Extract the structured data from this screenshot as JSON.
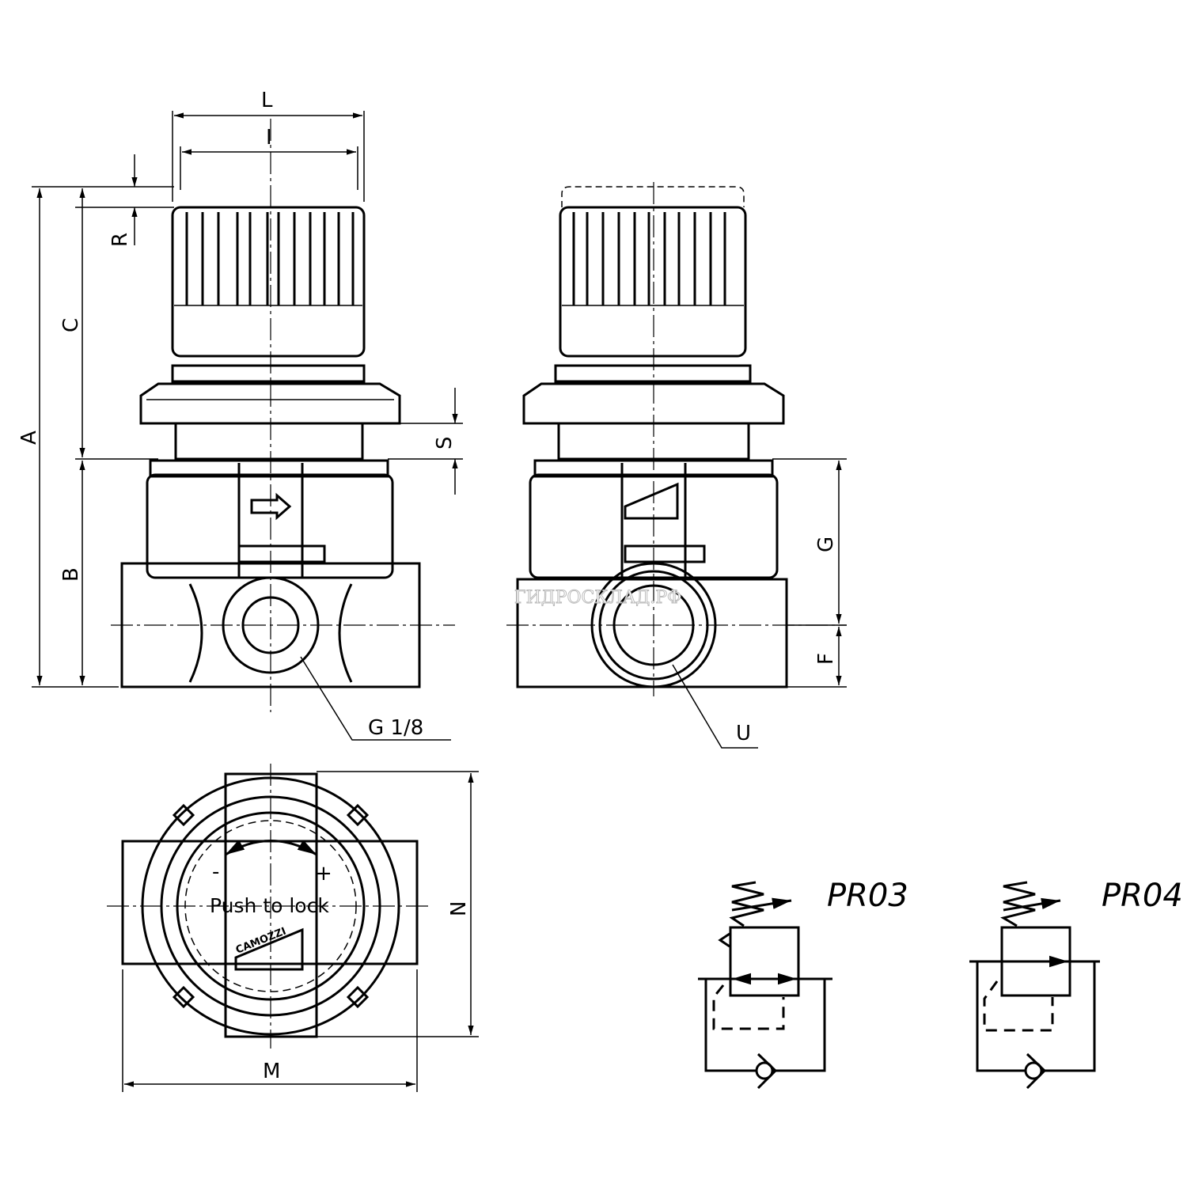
{
  "dimensions": {
    "L": "L",
    "I": "I",
    "R": "R",
    "C": "C",
    "A": "A",
    "S": "S",
    "B": "B",
    "G": "G",
    "F": "F",
    "N": "N",
    "M": "M"
  },
  "callouts": {
    "thread": "G 1/8",
    "U": "U"
  },
  "knob_top": {
    "push_to_lock": "Push to lock",
    "minus": "-",
    "plus": "+",
    "brand": "CAMOZZI"
  },
  "symbols": {
    "pr03": "PR03",
    "pr04": "PR04"
  },
  "watermark": "ГИДРОСКЛАД.РФ"
}
